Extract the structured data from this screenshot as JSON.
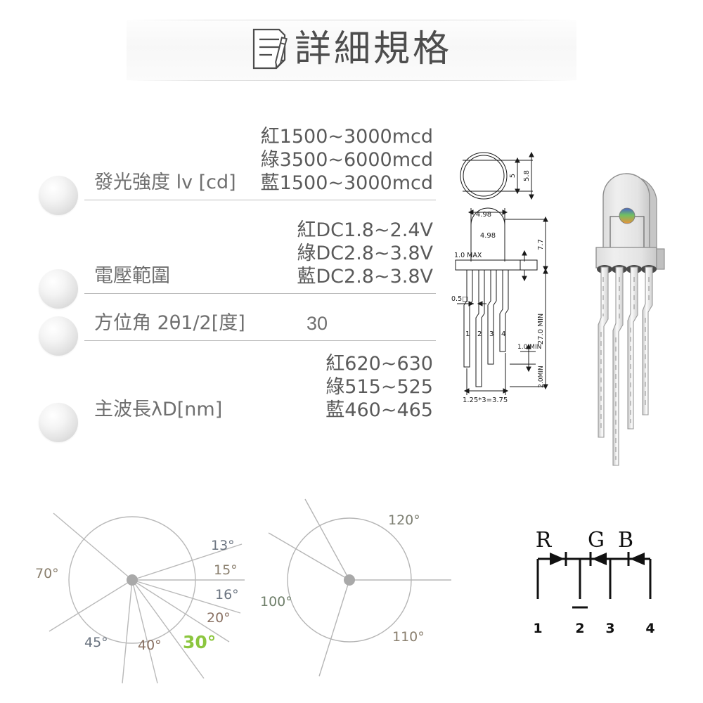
{
  "header": {
    "title": "詳細規格",
    "icon": "document-pen-icon"
  },
  "spec_table": {
    "rows": [
      {
        "label": "發光強度 lv [cd]",
        "values": [
          "紅1500~3000mcd",
          "綠3500~6000mcd",
          "藍1500~3000mcd"
        ]
      },
      {
        "label": "電壓範圍",
        "values": [
          "紅DC1.8~2.4V",
          "綠DC2.8~3.8V",
          "藍DC2.8~3.8V"
        ]
      },
      {
        "label": "方位角 2θ1/2[度]",
        "values": [
          "30"
        ]
      },
      {
        "label": "主波長λD[nm]",
        "values": [
          "紅620~630",
          "綠515~525",
          "藍460~465"
        ]
      }
    ]
  },
  "drawing": {
    "top_view": {
      "width_label": "4.98",
      "inner_height_label": "5",
      "outer_height_label": "5.8"
    },
    "side_view": {
      "width_label": "4.98",
      "dome_height_label": "7.7",
      "flange_label": "1.0 MAX"
    },
    "leads": {
      "pitch_label": "0.5□",
      "pin_labels": [
        "1",
        "2",
        "3",
        "4"
      ],
      "length_label": "27.0 MIN",
      "step_label": "1.0 MIN",
      "bottom_label": "2.0MIN",
      "spacing_label": "1.25*3=3.75"
    }
  },
  "angle_chart_left": {
    "highlight": "30°",
    "highlight_color": "#8cc63f",
    "labels": [
      "70°",
      "13°",
      "15°",
      "16°",
      "20°",
      "30°",
      "40°",
      "45°"
    ]
  },
  "angle_chart_right": {
    "labels": [
      "120°",
      "100°",
      "110°"
    ]
  },
  "schematic": {
    "channel_labels": [
      "R",
      "G",
      "B"
    ],
    "pin_labels": [
      "1",
      "2",
      "3",
      "4"
    ],
    "common_marker": "—"
  },
  "colors": {
    "text": "#5a5a5a",
    "label": "#6f6f6f",
    "rule": "#bdbdbd",
    "line": "#9a9a9a",
    "accent_green": "#8cc63f"
  }
}
